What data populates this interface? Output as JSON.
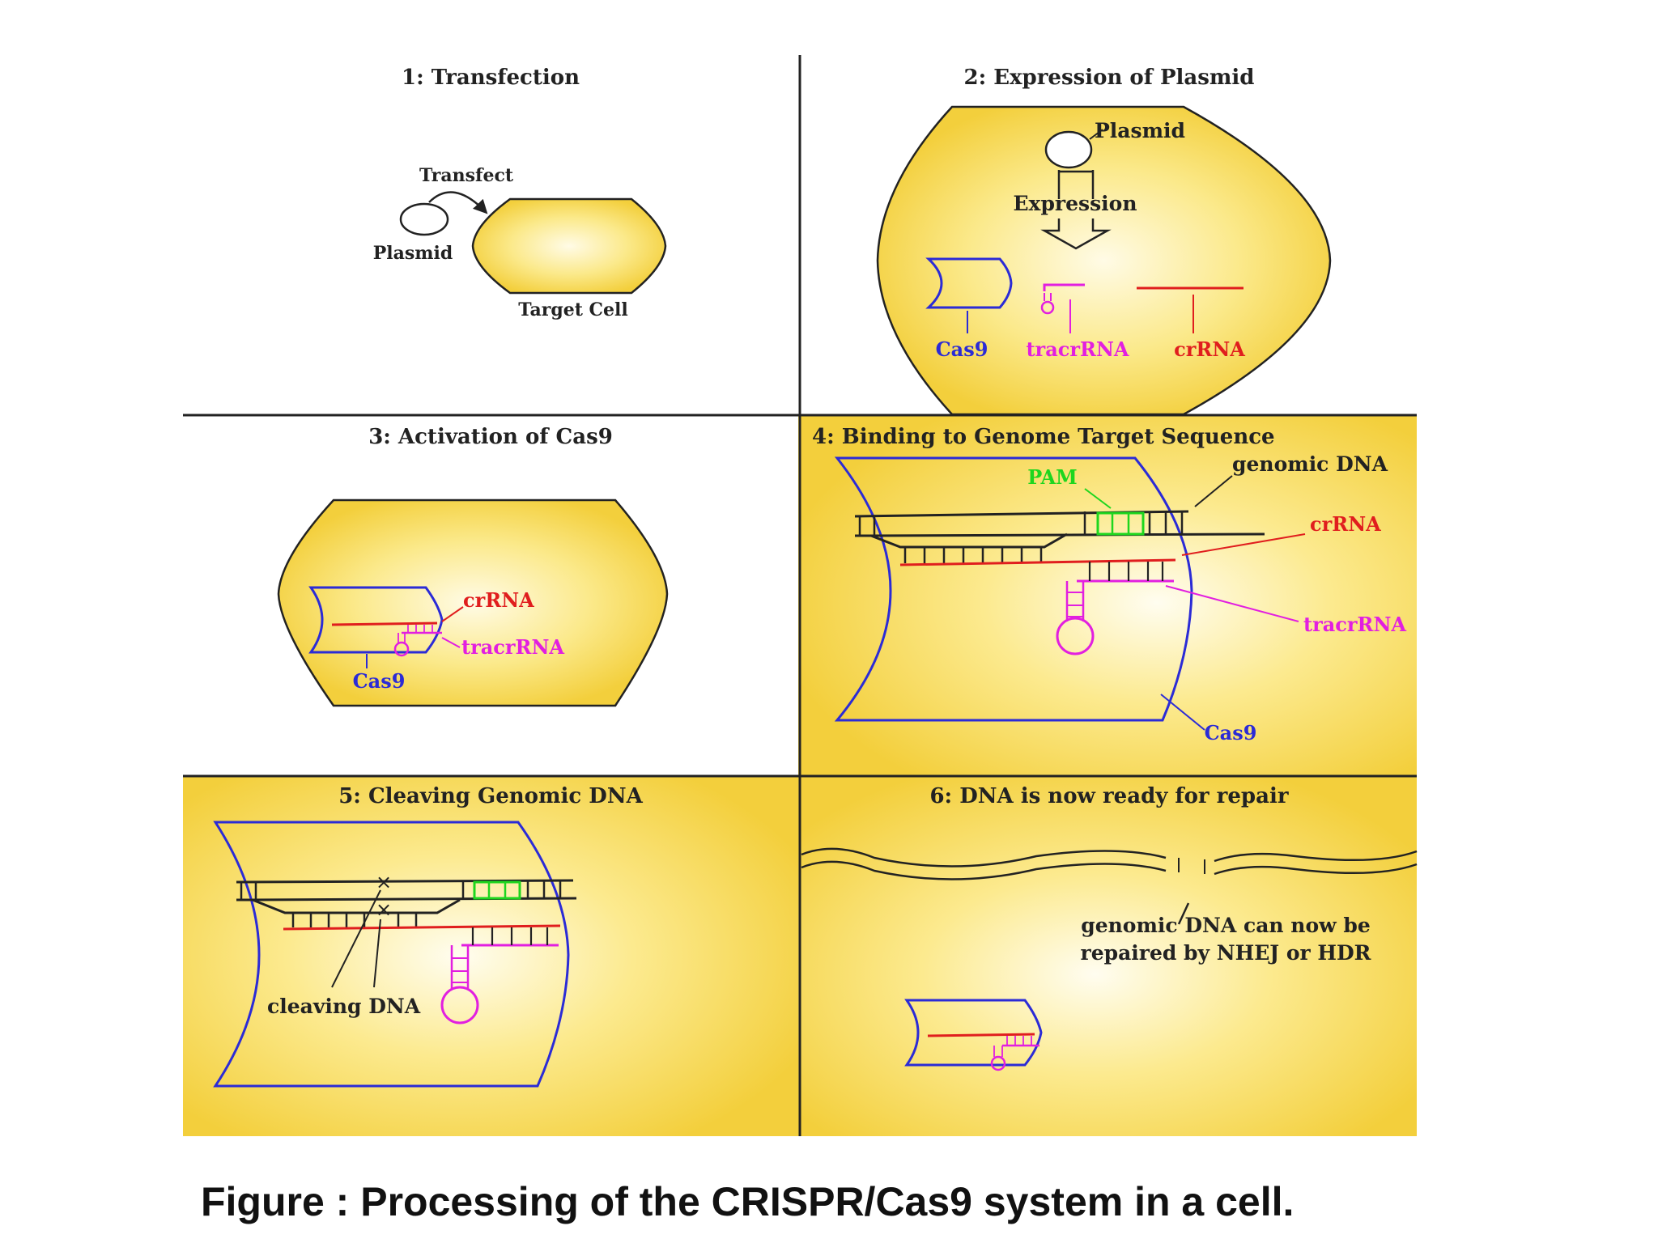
{
  "panels": {
    "p1": {
      "title": "1: Transfection",
      "transfect": "Transfect",
      "plasmid": "Plasmid",
      "target_cell": "Target Cell"
    },
    "p2": {
      "title": "2: Expression of Plasmid",
      "plasmid": "Plasmid",
      "expression": "Expression",
      "cas9": "Cas9",
      "tracrrna": "tracrRNA",
      "crrna": "crRNA"
    },
    "p3": {
      "title": "3: Activation of Cas9",
      "crrna": "crRNA",
      "tracrrna": "tracrRNA",
      "cas9": "Cas9"
    },
    "p4": {
      "title": "4: Binding to Genome Target Sequence",
      "pam": "PAM",
      "genomic_dna": "genomic DNA",
      "crrna": "crRNA",
      "tracrrna": "tracrRNA",
      "cas9": "Cas9"
    },
    "p5": {
      "title": "5: Cleaving Genomic DNA",
      "cleaving": "cleaving DNA"
    },
    "p6": {
      "title": "6: DNA is now ready for repair",
      "repair_line1": "genomic DNA can now be",
      "repair_line2": "repaired by NHEJ or HDR"
    }
  },
  "caption": "Figure : Processing of the CRISPR/Cas9 system in a cell.",
  "colors": {
    "cell_fill": "#f7d550",
    "cell_center": "#fffbe6",
    "cas9": "#2b2bd6",
    "crrna": "#e01e1e",
    "tracrrna": "#e21fe0",
    "pam": "#1ed61e",
    "dna": "#222222"
  }
}
